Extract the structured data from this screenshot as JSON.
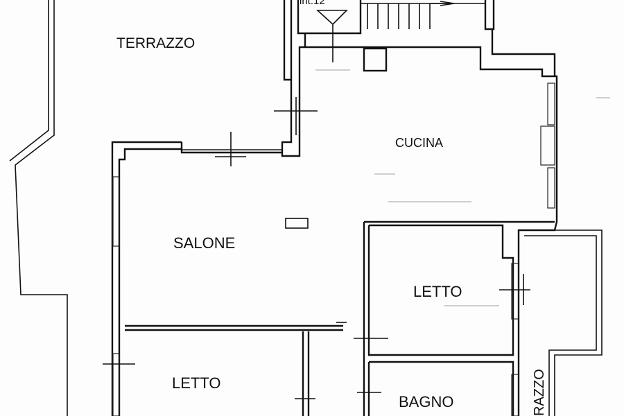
{
  "rooms": {
    "terrazzo_top": "TERRAZZO",
    "cucina": "CUCINA",
    "salone": "SALONE",
    "letto_right": "LETTO",
    "letto_bottom": "LETTO",
    "bagno": "BAGNO",
    "terrazzo_side": "RAZZO"
  },
  "stair_label": "int.12"
}
